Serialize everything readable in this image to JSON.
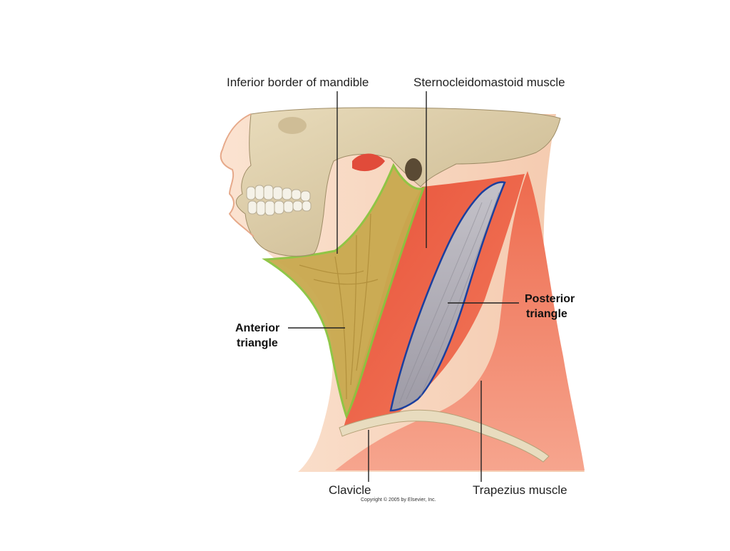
{
  "labels": {
    "mandible": "Inferior border of mandible",
    "scm": "Sternocleidomastoid muscle",
    "posterior_l1": "Posterior",
    "posterior_l2": "triangle",
    "anterior_l1": "Anterior",
    "anterior_l2": "triangle",
    "clavicle": "Clavicle",
    "trapezius": "Trapezius muscle"
  },
  "copyright": "Copyright © 2005 by Elsevier, Inc.",
  "colors": {
    "skin": "#f6d3b8",
    "bone": "#d9c9a3",
    "muscle": "#e2553d",
    "muscle_light": "#f08a6c",
    "anterior_fill": "#c9a94f",
    "anterior_outline": "#8bc43f",
    "posterior_fill": "#b6b4bd",
    "posterior_outline": "#1b3f9e",
    "leader": "#222222"
  }
}
